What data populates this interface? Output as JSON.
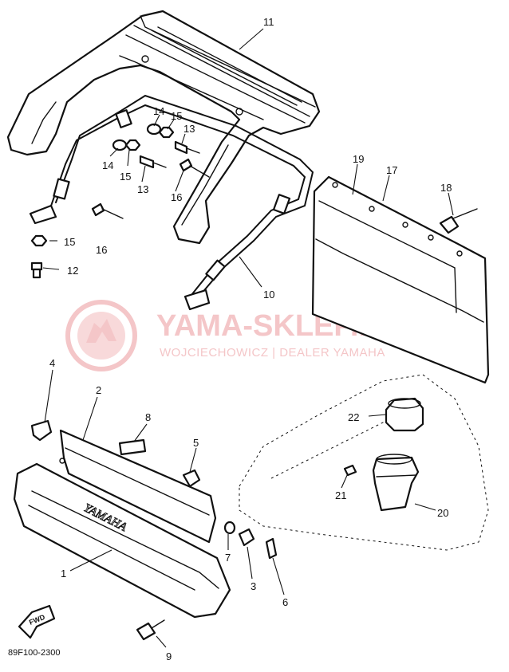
{
  "diagram": {
    "callouts": [
      {
        "id": "c11",
        "label": "11"
      },
      {
        "id": "c14a",
        "label": "14"
      },
      {
        "id": "c15a",
        "label": "15"
      },
      {
        "id": "c13a",
        "label": "13"
      },
      {
        "id": "c14b",
        "label": "14"
      },
      {
        "id": "c15b",
        "label": "15"
      },
      {
        "id": "c13b",
        "label": "13"
      },
      {
        "id": "c16a",
        "label": "16"
      },
      {
        "id": "c15c",
        "label": "15"
      },
      {
        "id": "c16b",
        "label": "16"
      },
      {
        "id": "c12",
        "label": "12"
      },
      {
        "id": "c10",
        "label": "10"
      },
      {
        "id": "c19",
        "label": "19"
      },
      {
        "id": "c17",
        "label": "17"
      },
      {
        "id": "c18",
        "label": "18"
      },
      {
        "id": "c4",
        "label": "4"
      },
      {
        "id": "c2",
        "label": "2"
      },
      {
        "id": "c8",
        "label": "8"
      },
      {
        "id": "c5",
        "label": "5"
      },
      {
        "id": "c22",
        "label": "22"
      },
      {
        "id": "c21",
        "label": "21"
      },
      {
        "id": "c20",
        "label": "20"
      },
      {
        "id": "c1",
        "label": "1"
      },
      {
        "id": "c7",
        "label": "7"
      },
      {
        "id": "c3",
        "label": "3"
      },
      {
        "id": "c6",
        "label": "6"
      },
      {
        "id": "c9",
        "label": "9"
      }
    ],
    "drawing_code": "89F100-2300",
    "fwd_label": "FWD",
    "emblem_text": "YAMAHA"
  },
  "watermark": {
    "title": "YAMA-SKLEP.PL",
    "subtitle": "WOJCIECHOWICZ | DEALER YAMAHA",
    "color": "#f4c6c8",
    "logo_icon": "yamaha-tuning-fork-logo-icon"
  }
}
